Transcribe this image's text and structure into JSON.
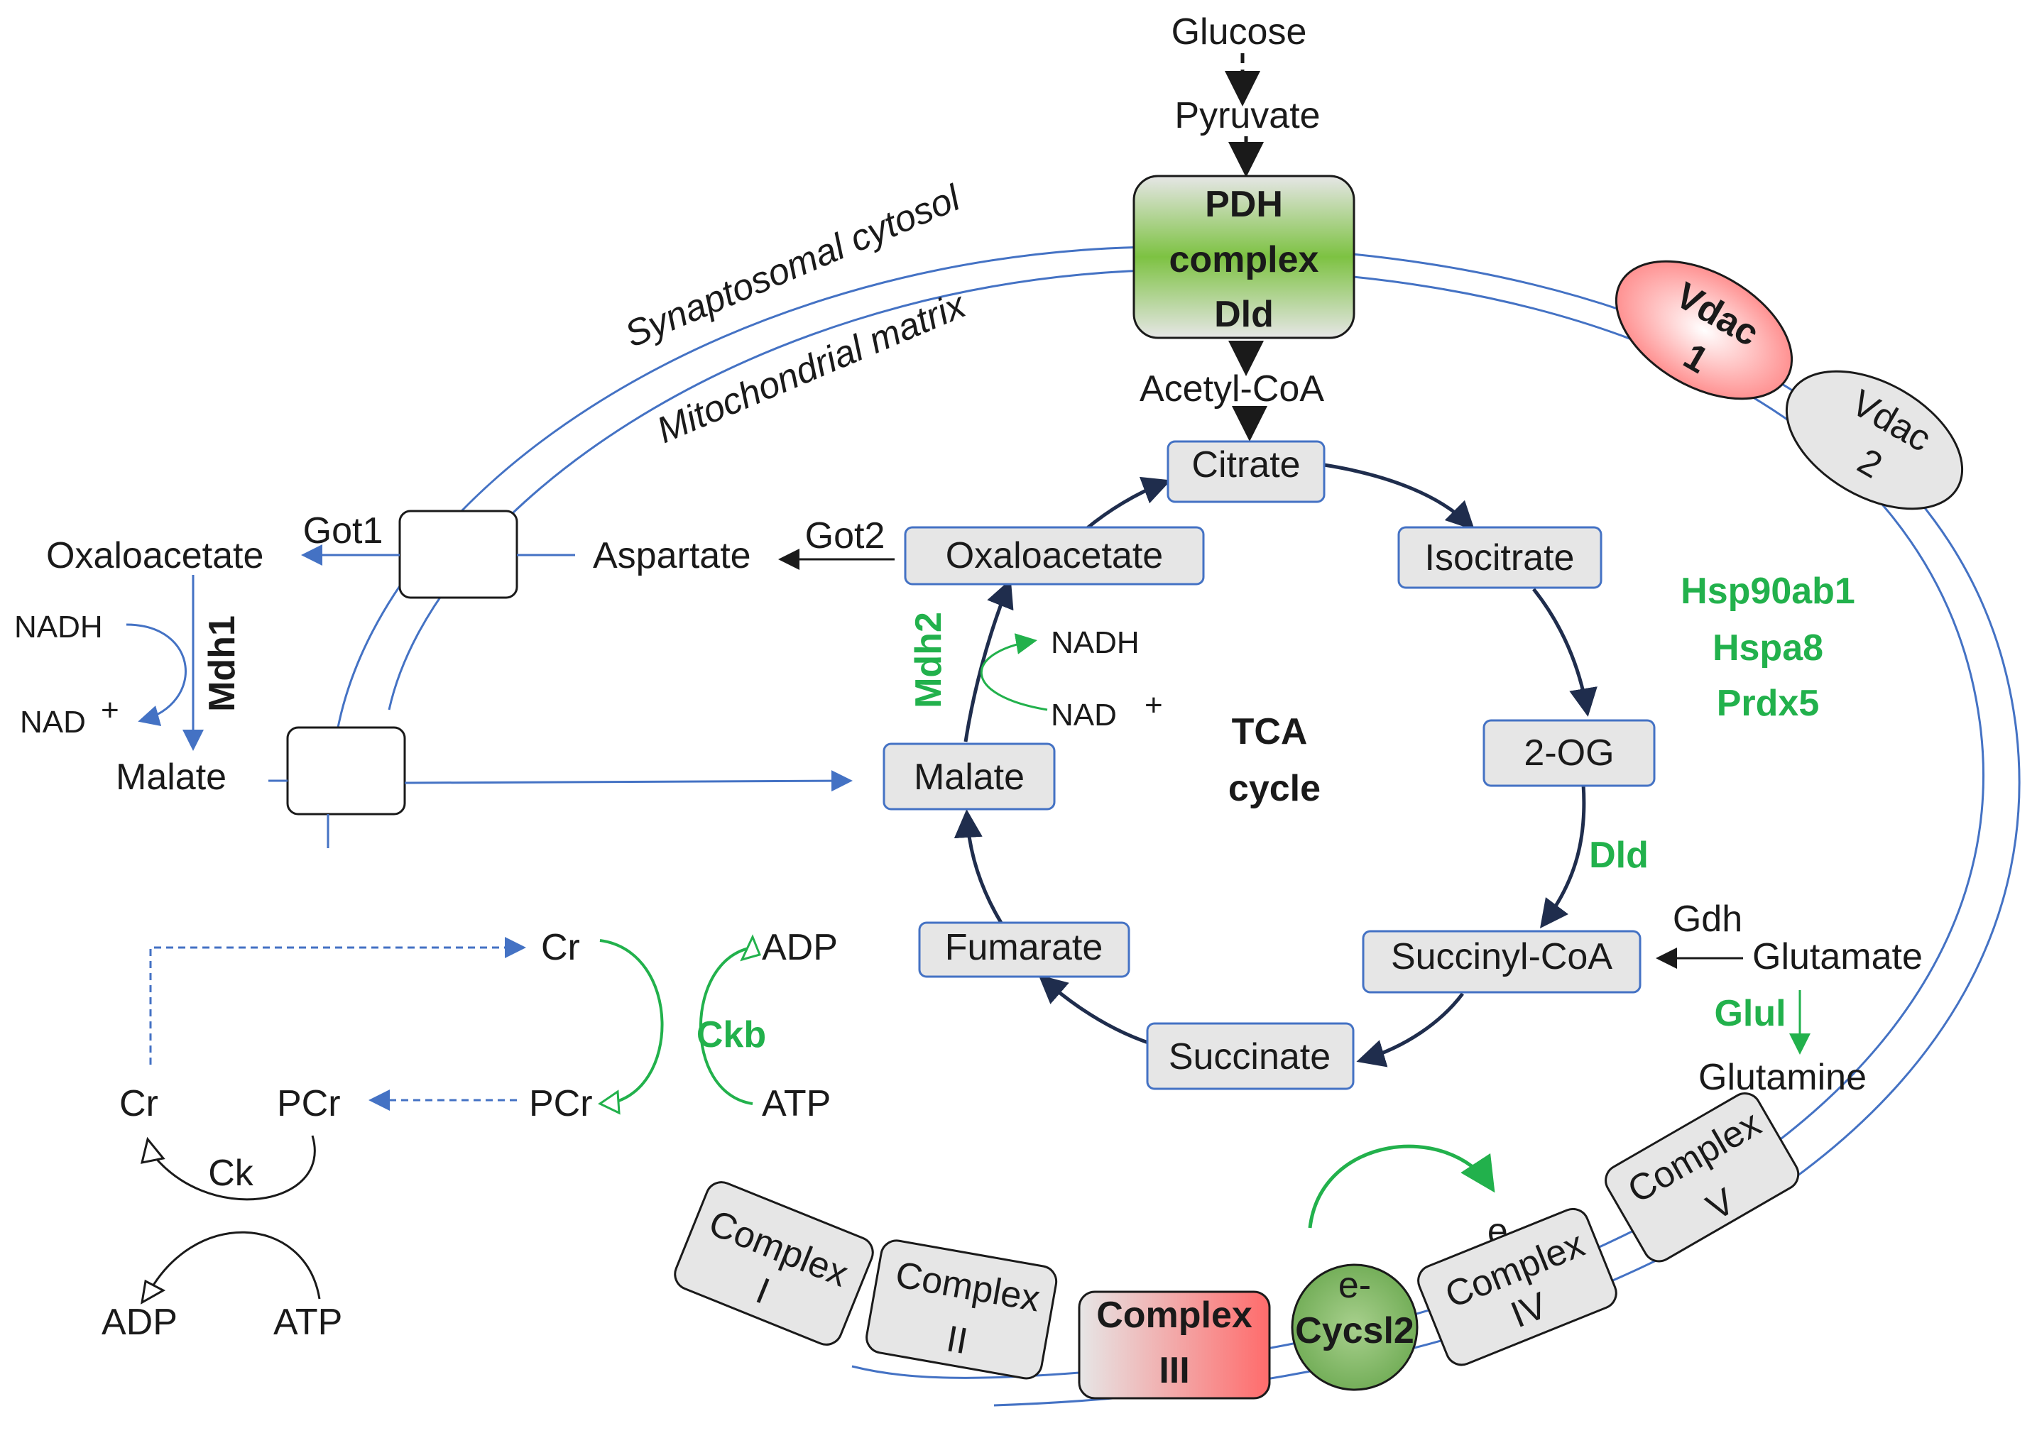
{
  "compartments": {
    "cytosol": "Synaptosomal cytosol",
    "matrix": "Mitochondrial matrix"
  },
  "glycolysis": {
    "glucose": "Glucose",
    "pyruvate": "Pyruvate",
    "acetyl_coa": "Acetyl-CoA"
  },
  "pdh": {
    "line1": "PDH",
    "line2": "complex",
    "line3": "Dld"
  },
  "vdac": {
    "vdac1_line1": "Vdac",
    "vdac1_line2": "1",
    "vdac2_line1": "Vdac",
    "vdac2_line2": "2"
  },
  "tca": {
    "center_line1": "TCA",
    "center_line2": "cycle",
    "metabolites": {
      "citrate": "Citrate",
      "isocitrate": "Isocitrate",
      "og": "2-OG",
      "succinyl_coa": "Succinyl-CoA",
      "succinate": "Succinate",
      "fumarate": "Fumarate",
      "malate": "Malate",
      "oxaloacetate": "Oxaloacetate"
    },
    "dld": "Dld",
    "mdh2": "Mdh2",
    "nadh": "NADH",
    "nad": "NAD",
    "plus": "+"
  },
  "chaperones": [
    "Hsp90ab1",
    "Hspa8",
    "Prdx5"
  ],
  "shuttle": {
    "got1": "Got1",
    "got2": "Got2",
    "aspartate": "Aspartate",
    "oxaloacetate": "Oxaloacetate",
    "malate": "Malate",
    "mdh1": "Mdh1",
    "nadh": "NADH",
    "nad": "NAD",
    "plus": "+"
  },
  "glutamate": {
    "gdh": "Gdh",
    "glutamate": "Glutamate",
    "glul": "Glul",
    "glutamine": "Glutamine"
  },
  "creatine": {
    "cr_top": "Cr",
    "adp_top": "ADP",
    "ckb": "Ckb",
    "pcr_mid": "PCr",
    "atp_mid": "ATP",
    "cr_left": "Cr",
    "pcr_left": "PCr",
    "ck": "Ck",
    "adp_bottom": "ADP",
    "atp_bottom": "ATP"
  },
  "etc": {
    "complex1": [
      "Complex",
      "I"
    ],
    "complex2": [
      "Complex",
      "II"
    ],
    "complex3": [
      "Complex",
      "III"
    ],
    "cycs_line1": "e-",
    "cycs_line2": "Cycsl2",
    "complex4": [
      "Complex",
      "IV"
    ],
    "e_minus": "e-",
    "complex5": [
      "Complex",
      "V"
    ]
  },
  "colors": {
    "green": "#22b14c",
    "blue": "#4472c4",
    "navy": "#1f2d4d",
    "red": "#ff6b6b",
    "pdh_green": "#7dc242",
    "box_gray": "#e6e6e6"
  }
}
